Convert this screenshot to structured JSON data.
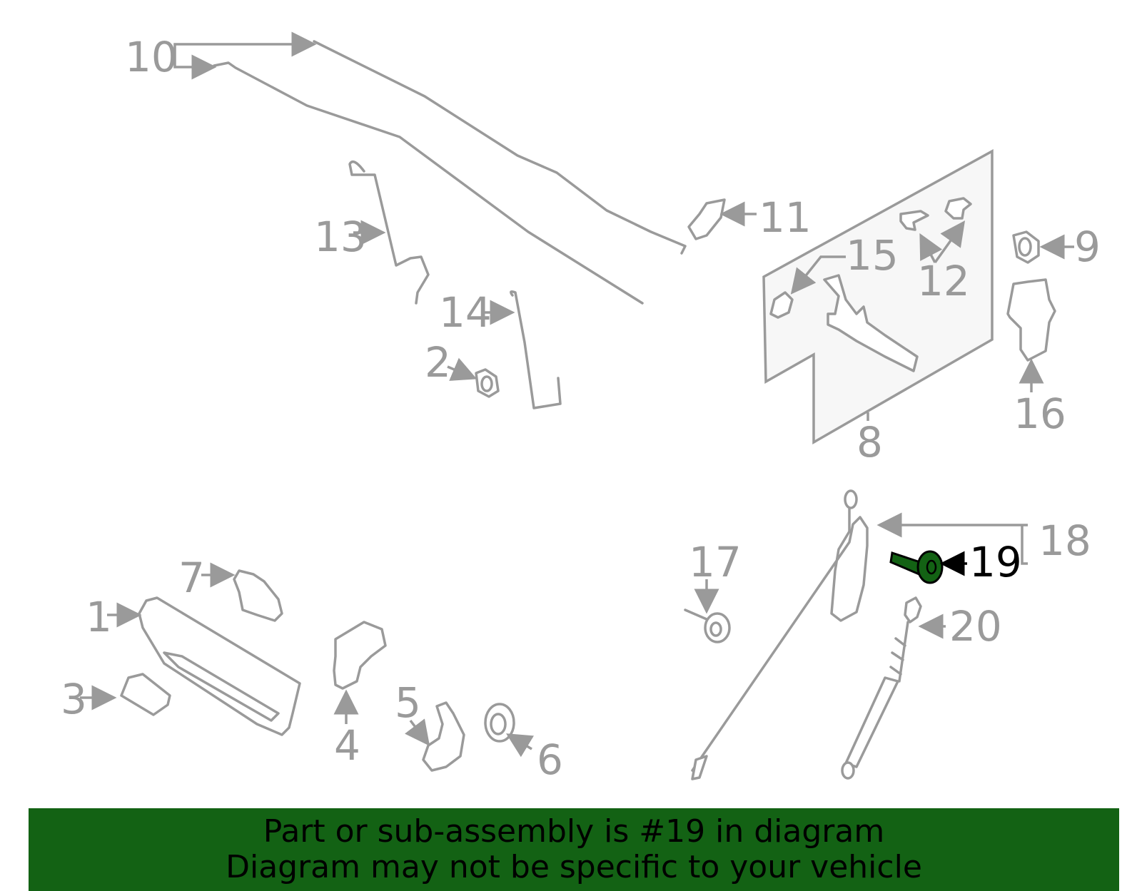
{
  "diagram": {
    "callouts": [
      "1",
      "2",
      "3",
      "4",
      "5",
      "6",
      "7",
      "8",
      "9",
      "10",
      "11",
      "12",
      "13",
      "14",
      "15",
      "16",
      "17",
      "18",
      "19",
      "20"
    ],
    "highlighted_callout": "19",
    "highlight_color": "#136214",
    "line_color": "#9a9a9a"
  },
  "banner": {
    "line1": "Part or sub-assembly is #19 in diagram",
    "line2": "Diagram may not be specific to your vehicle",
    "background_color": "#136214"
  }
}
